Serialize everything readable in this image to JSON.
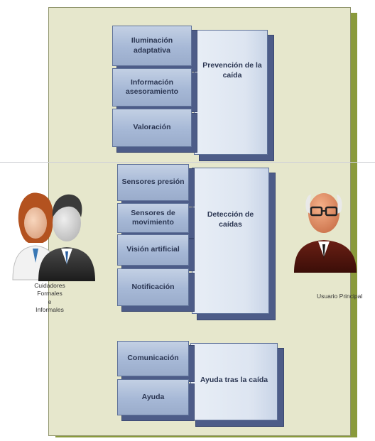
{
  "groups": [
    {
      "title": "Prevención de la caída",
      "items": [
        "Iluminación adaptativa",
        "Información asesoramiento",
        "Valoración"
      ]
    },
    {
      "title": "Detección de caídas",
      "items": [
        "Sensores presión",
        "Sensores de movimiento",
        "Visión artificial",
        "Notificación"
      ]
    },
    {
      "title": "Ayuda tras la caída",
      "items": [
        "Comunicación",
        "Ayuda"
      ]
    }
  ],
  "people": {
    "caregivers_label_lines": [
      "Cuidadores",
      "Formales",
      "e",
      "Informales"
    ],
    "user_label": "Usuario Principal"
  },
  "colors": {
    "panel": "#e6e7cc",
    "panel_shadow": "#8a9a3c",
    "cube_face": "#a6b8d6",
    "cube_side": "#4d5c88",
    "text": "#2b3652"
  }
}
